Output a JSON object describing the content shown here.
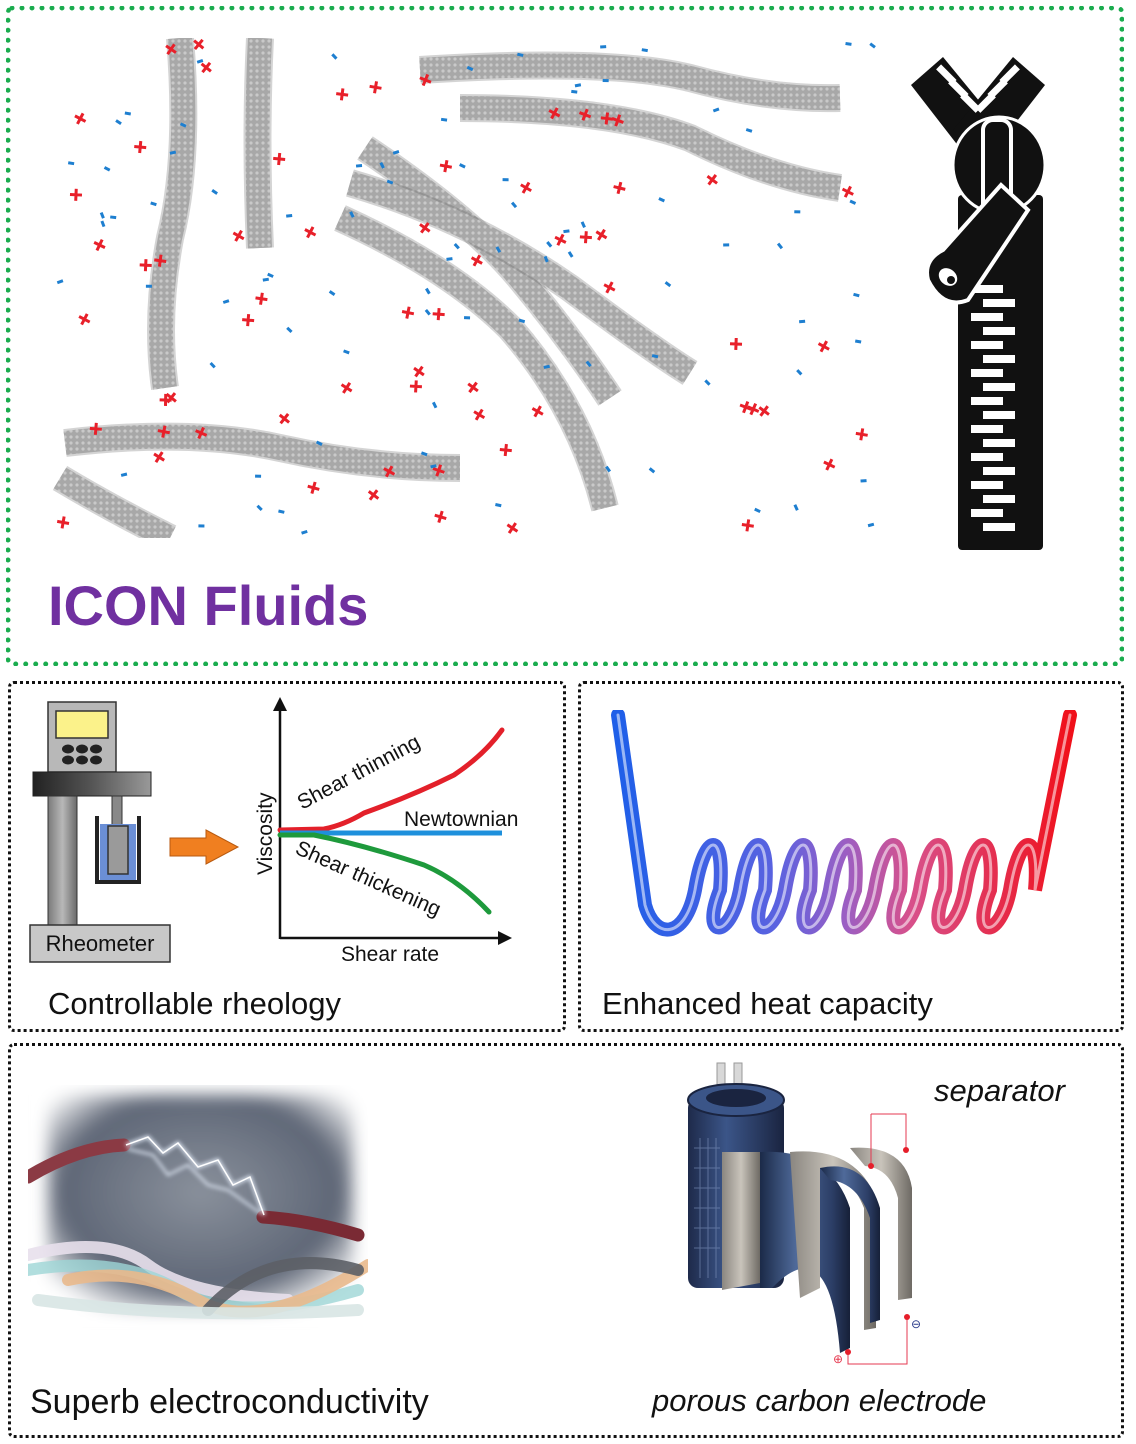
{
  "title": "ICON Fluids",
  "colors": {
    "title": "#7030a0",
    "top_border": "#1aac4e",
    "panel_border": "#111111",
    "positive_charge": "#e8202a",
    "negative_charge": "#1e7fd0",
    "shear_thinning": "#e3202a",
    "newtonian": "#1e90dc",
    "shear_thickening": "#1e9a3c",
    "arrow": "#f07f20"
  },
  "nanotube_scene": {
    "description": "carbon nanotubes dispersed with positive and negative ions",
    "charges": {
      "positive_symbol": "+",
      "negative_symbol": "-"
    }
  },
  "zipper": {
    "icon": "zipper-icon"
  },
  "rheology_panel": {
    "instrument_label": "Rheometer",
    "caption": "Controllable rheology",
    "chart": {
      "xlabel": "Shear rate",
      "ylabel": "Viscosity",
      "curves": [
        {
          "name": "Shear thinning",
          "label": "Shear thinning"
        },
        {
          "name": "Newtonian",
          "label": "Newtownian"
        },
        {
          "name": "Shear thickening",
          "label": "Shear thickening"
        }
      ]
    }
  },
  "heat_panel": {
    "caption": "Enhanced heat capacity"
  },
  "conductivity_panel": {
    "caption": "Superb electroconductivity"
  },
  "supercap_panel": {
    "label_separator": "separator",
    "label_electrode": "porous carbon electrode",
    "terminal_positive": "⊕",
    "terminal_negative": "⊖"
  }
}
